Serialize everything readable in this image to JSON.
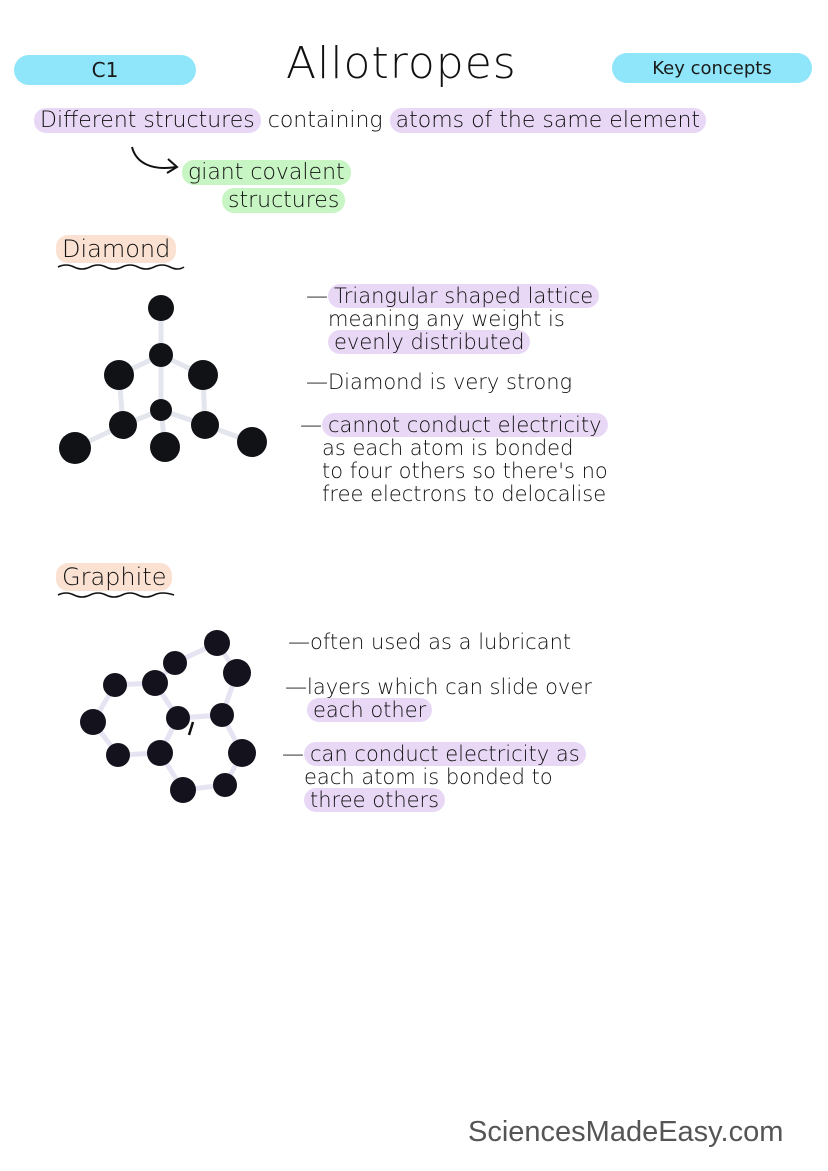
{
  "header": {
    "unit_label": "C1",
    "title": "Allotropes",
    "category_label": "Key concepts"
  },
  "definition": {
    "parts": [
      "Different structures",
      "containing",
      "atoms of the same element"
    ],
    "arrow_icon": "curved-arrow-icon",
    "type_line1": "giant covalent",
    "type_line2": "structures"
  },
  "diamond": {
    "heading": "Diamond",
    "image": "diamond-lattice-model",
    "bullets": [
      {
        "lines": [
          "Triangular shaped lattice",
          "meaning any weight is",
          "evenly distributed"
        ]
      },
      {
        "lines": [
          "Diamond is very strong"
        ]
      },
      {
        "lines": [
          "cannot conduct electricity",
          "as each atom is bonded",
          "to four others so there's no",
          "free electrons to delocalise"
        ]
      }
    ]
  },
  "graphite": {
    "heading": "Graphite",
    "image": "graphite-hexagonal-model",
    "bullets": [
      {
        "lines": [
          "often used as a lubricant"
        ]
      },
      {
        "lines": [
          "layers which can slide over",
          "each other"
        ]
      },
      {
        "lines": [
          "can conduct electricity as",
          "each atom is bonded to",
          "three others"
        ]
      }
    ]
  },
  "footer": {
    "brand": "SciencesMadeEasy.com"
  },
  "colors": {
    "pill_blue": "#8fe6fa",
    "highlight_purple": "#e8d8f6",
    "highlight_green": "#c8f5c4",
    "highlight_peach": "#fbe1d2"
  }
}
